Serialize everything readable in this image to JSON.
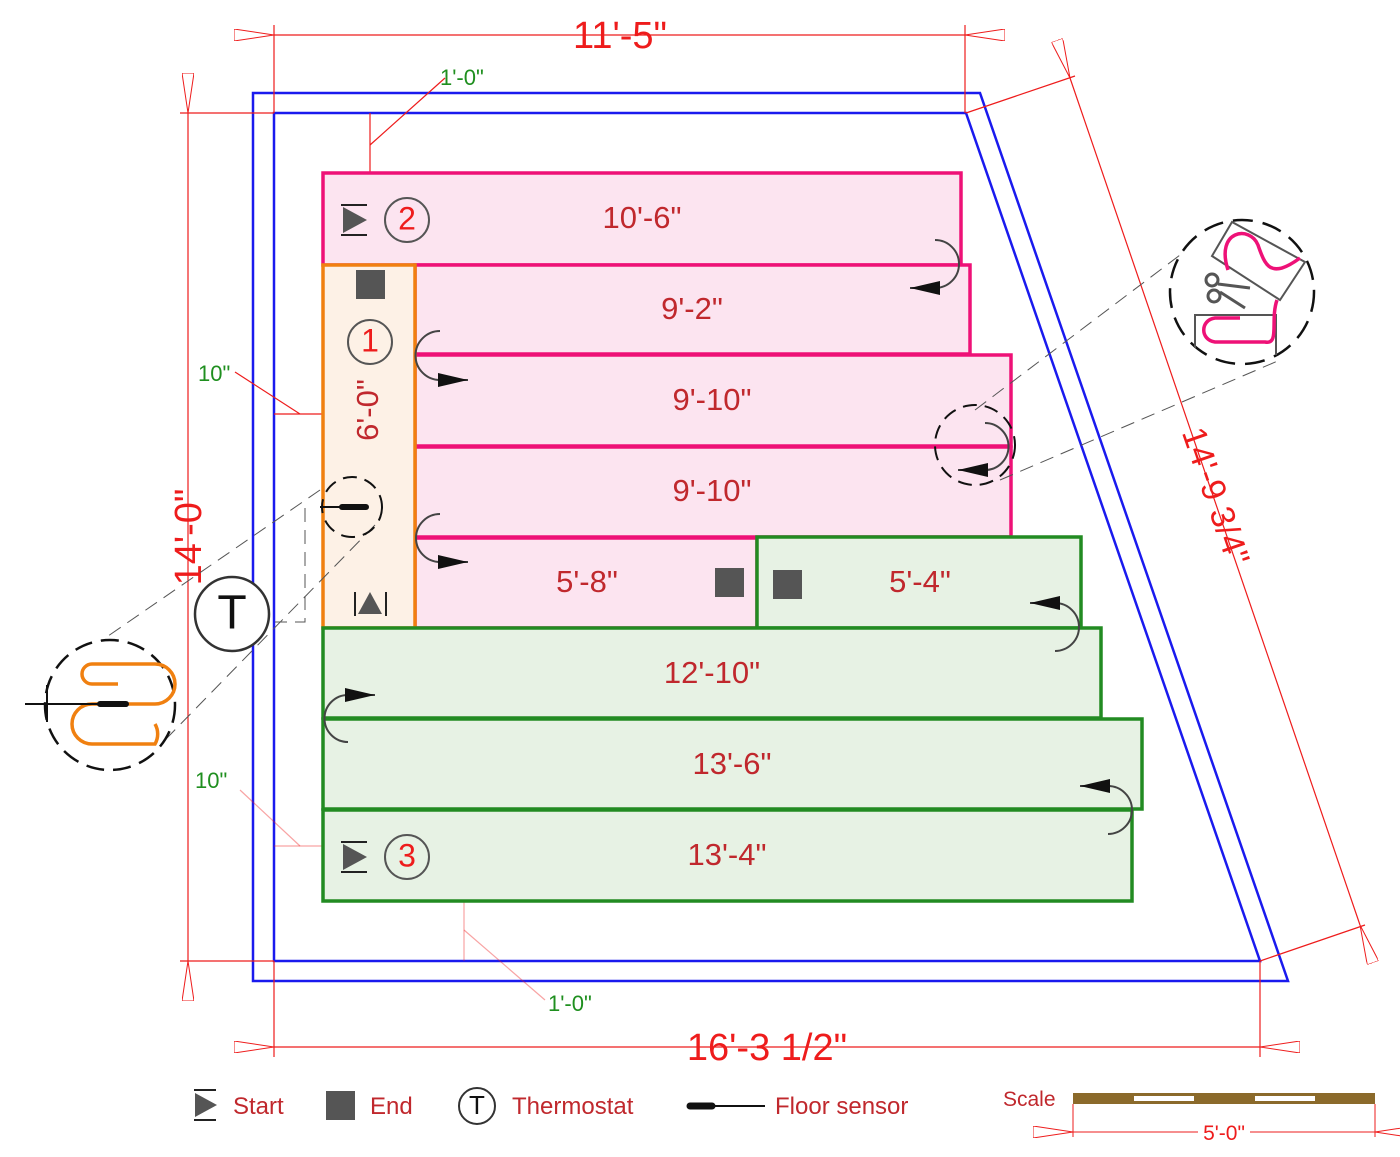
{
  "dimensions": {
    "top": "11'-5\"",
    "left": "14'-0\"",
    "bottom": "16'-3 1/2\"",
    "right": "14'-9 3/4\""
  },
  "offsets": {
    "top": "1'-0\"",
    "left_upper": "10\"",
    "left_lower": "10\"",
    "bottom": "1'-0\""
  },
  "zones": [
    {
      "id": "2",
      "color": "pink",
      "runs": [
        "10'-6\"",
        "9'-2\"",
        "9'-10\"",
        "9'-10\"",
        "5'-8\""
      ]
    },
    {
      "id": "1",
      "color": "orange",
      "runs": [
        "6'-0\""
      ]
    },
    {
      "id": "3",
      "color": "green",
      "runs": [
        "5'-4\"",
        "12'-10\"",
        "13'-6\"",
        "13'-4\""
      ]
    }
  ],
  "thermostat_symbol": "T",
  "legend": {
    "start": "Start",
    "end": "End",
    "thermostat": "Thermostat",
    "thermostat_symbol": "T",
    "floor_sensor": "Floor sensor"
  },
  "scale": {
    "label": "Scale",
    "length": "5'-0\""
  },
  "colors": {
    "wall": "#1a1aee",
    "pink_stroke": "#ee1177",
    "pink_fill": "#fce4f0",
    "orange_stroke": "#f08010",
    "orange_fill": "#fdf1e6",
    "green_stroke": "#228b22",
    "green_fill": "#e7f2e4",
    "dim": "#ee1c1c"
  }
}
